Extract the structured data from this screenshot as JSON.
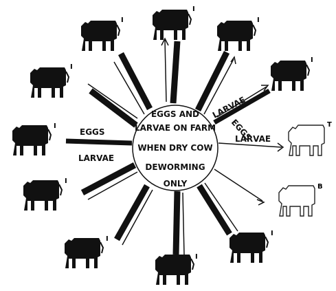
{
  "center": {
    "lines": [
      "EGGS AND",
      "LARVAE ON FARM",
      "WHEN DRY COW",
      "DEWORMING",
      "ONLY"
    ]
  },
  "labels": {
    "left_eggs": "EGGS",
    "left_larvae": "LARVAE",
    "right_larvae_upper": "LARVAE",
    "right_eggs": "EGGS",
    "right_larvae_lower": "LARVAE"
  },
  "cows": [
    {
      "id": "cow-top",
      "fill": "dark",
      "mark": "I"
    },
    {
      "id": "cow-top-left",
      "fill": "dark",
      "mark": "I"
    },
    {
      "id": "cow-top-right",
      "fill": "dark",
      "mark": "I"
    },
    {
      "id": "cow-upper-left",
      "fill": "dark",
      "mark": "I"
    },
    {
      "id": "cow-upper-right",
      "fill": "dark",
      "mark": "I"
    },
    {
      "id": "cow-left",
      "fill": "dark",
      "mark": "I"
    },
    {
      "id": "cow-right-treated-1",
      "fill": "outline",
      "mark": "T"
    },
    {
      "id": "cow-lower-left",
      "fill": "dark",
      "mark": "I"
    },
    {
      "id": "cow-right-treated-2",
      "fill": "outline",
      "mark": "B"
    },
    {
      "id": "cow-bottom-left",
      "fill": "dark",
      "mark": "I"
    },
    {
      "id": "cow-bottom",
      "fill": "dark",
      "mark": "I"
    },
    {
      "id": "cow-bottom-right",
      "fill": "dark",
      "mark": "I"
    }
  ],
  "colors": {
    "ink": "#111111",
    "paper": "#ffffff"
  }
}
